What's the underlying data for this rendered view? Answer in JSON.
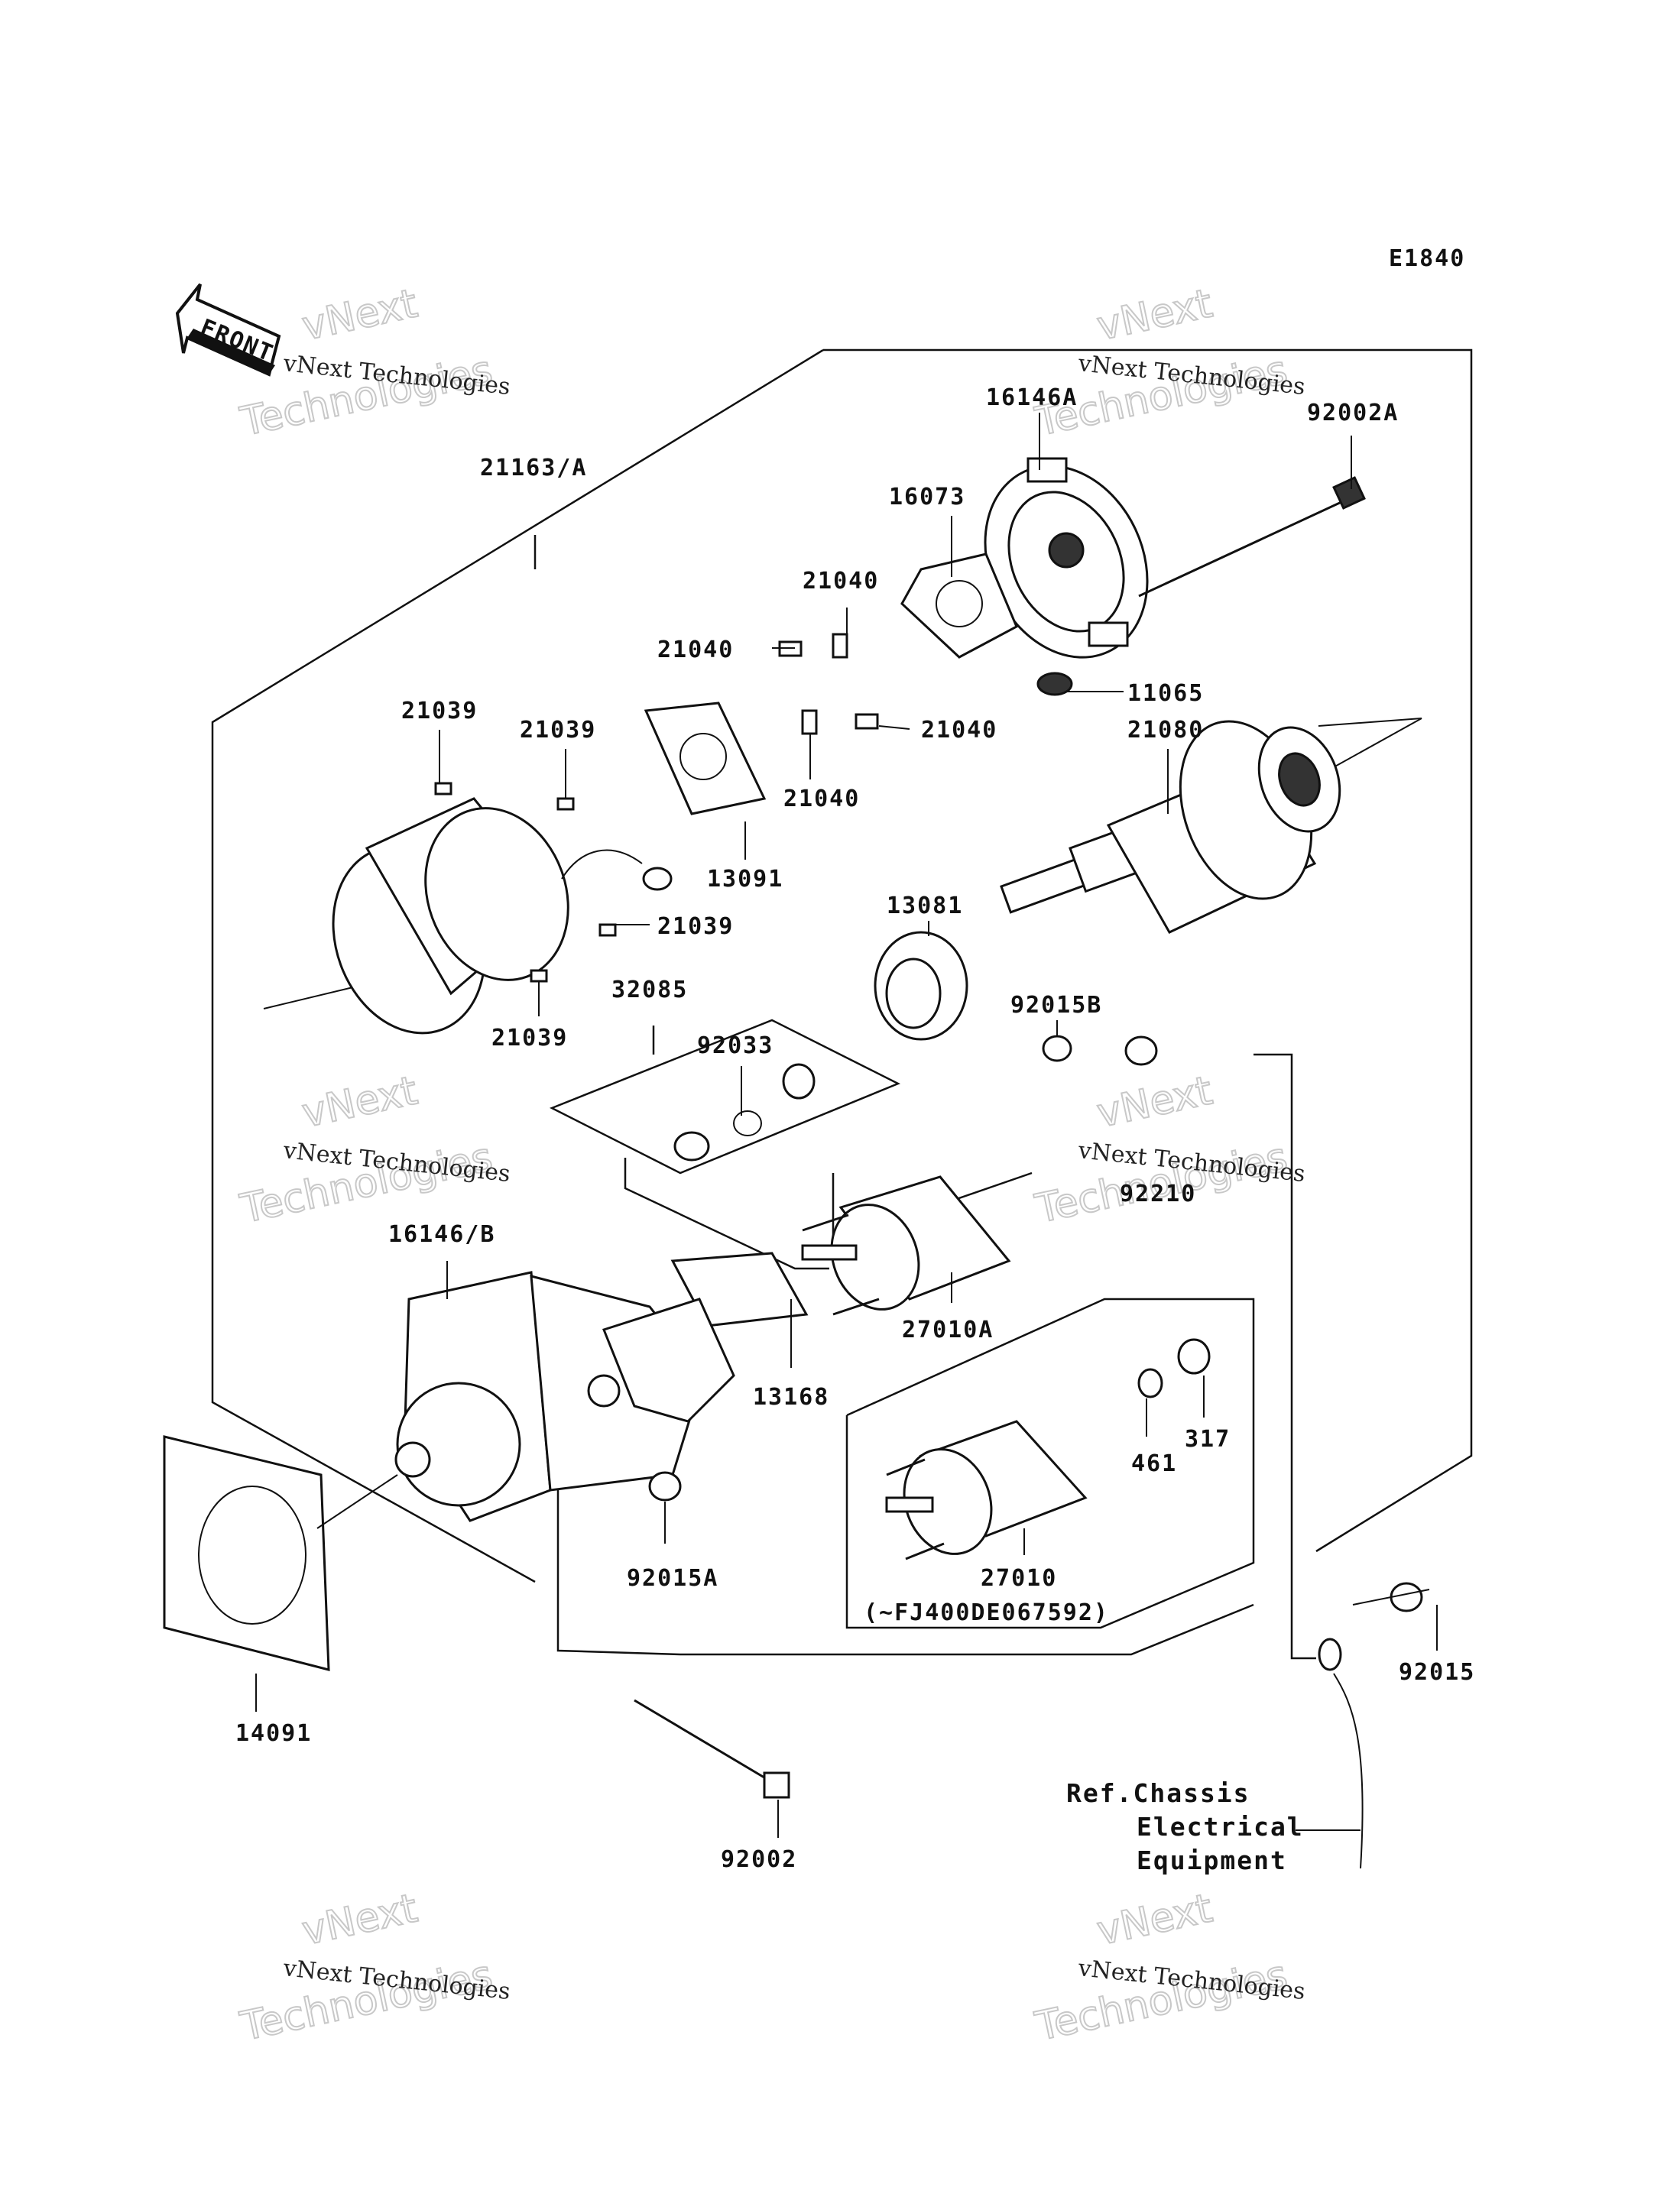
{
  "diagram": {
    "code": "E1840",
    "front_label": "FRONT",
    "watermark": {
      "line1": "vNext Technologies",
      "big_top": "vNext",
      "big_bottom": "Technologies"
    },
    "parts": [
      {
        "id": "p21163A",
        "number": "21163/A"
      },
      {
        "id": "p16146A",
        "number": "16146A"
      },
      {
        "id": "p92002A",
        "number": "92002A"
      },
      {
        "id": "p16073",
        "number": "16073"
      },
      {
        "id": "p21040a",
        "number": "21040"
      },
      {
        "id": "p21040b",
        "number": "21040"
      },
      {
        "id": "p21040c",
        "number": "21040"
      },
      {
        "id": "p21040d",
        "number": "21040"
      },
      {
        "id": "p11065",
        "number": "11065"
      },
      {
        "id": "p21080",
        "number": "21080"
      },
      {
        "id": "p21039a",
        "number": "21039"
      },
      {
        "id": "p21039b",
        "number": "21039"
      },
      {
        "id": "p21039c",
        "number": "21039"
      },
      {
        "id": "p21039d",
        "number": "21039"
      },
      {
        "id": "p13091",
        "number": "13091"
      },
      {
        "id": "p13081",
        "number": "13081"
      },
      {
        "id": "p32085",
        "number": "32085"
      },
      {
        "id": "p92033",
        "number": "92033"
      },
      {
        "id": "p92015B",
        "number": "92015B"
      },
      {
        "id": "p92210",
        "number": "92210"
      },
      {
        "id": "p16146B",
        "number": "16146/B"
      },
      {
        "id": "p27010A",
        "number": "27010A"
      },
      {
        "id": "p13168",
        "number": "13168"
      },
      {
        "id": "p461",
        "number": "461"
      },
      {
        "id": "p317",
        "number": "317"
      },
      {
        "id": "p27010",
        "number": "27010"
      },
      {
        "id": "p92015A",
        "number": "92015A"
      },
      {
        "id": "p14091",
        "number": "14091"
      },
      {
        "id": "p92015",
        "number": "92015"
      },
      {
        "id": "p92002",
        "number": "92002"
      }
    ],
    "serial_note": "(~FJ400DE067592)",
    "reference": {
      "line1": "Ref.Chassis",
      "line2": "Electrical",
      "line3": "Equipment"
    }
  }
}
